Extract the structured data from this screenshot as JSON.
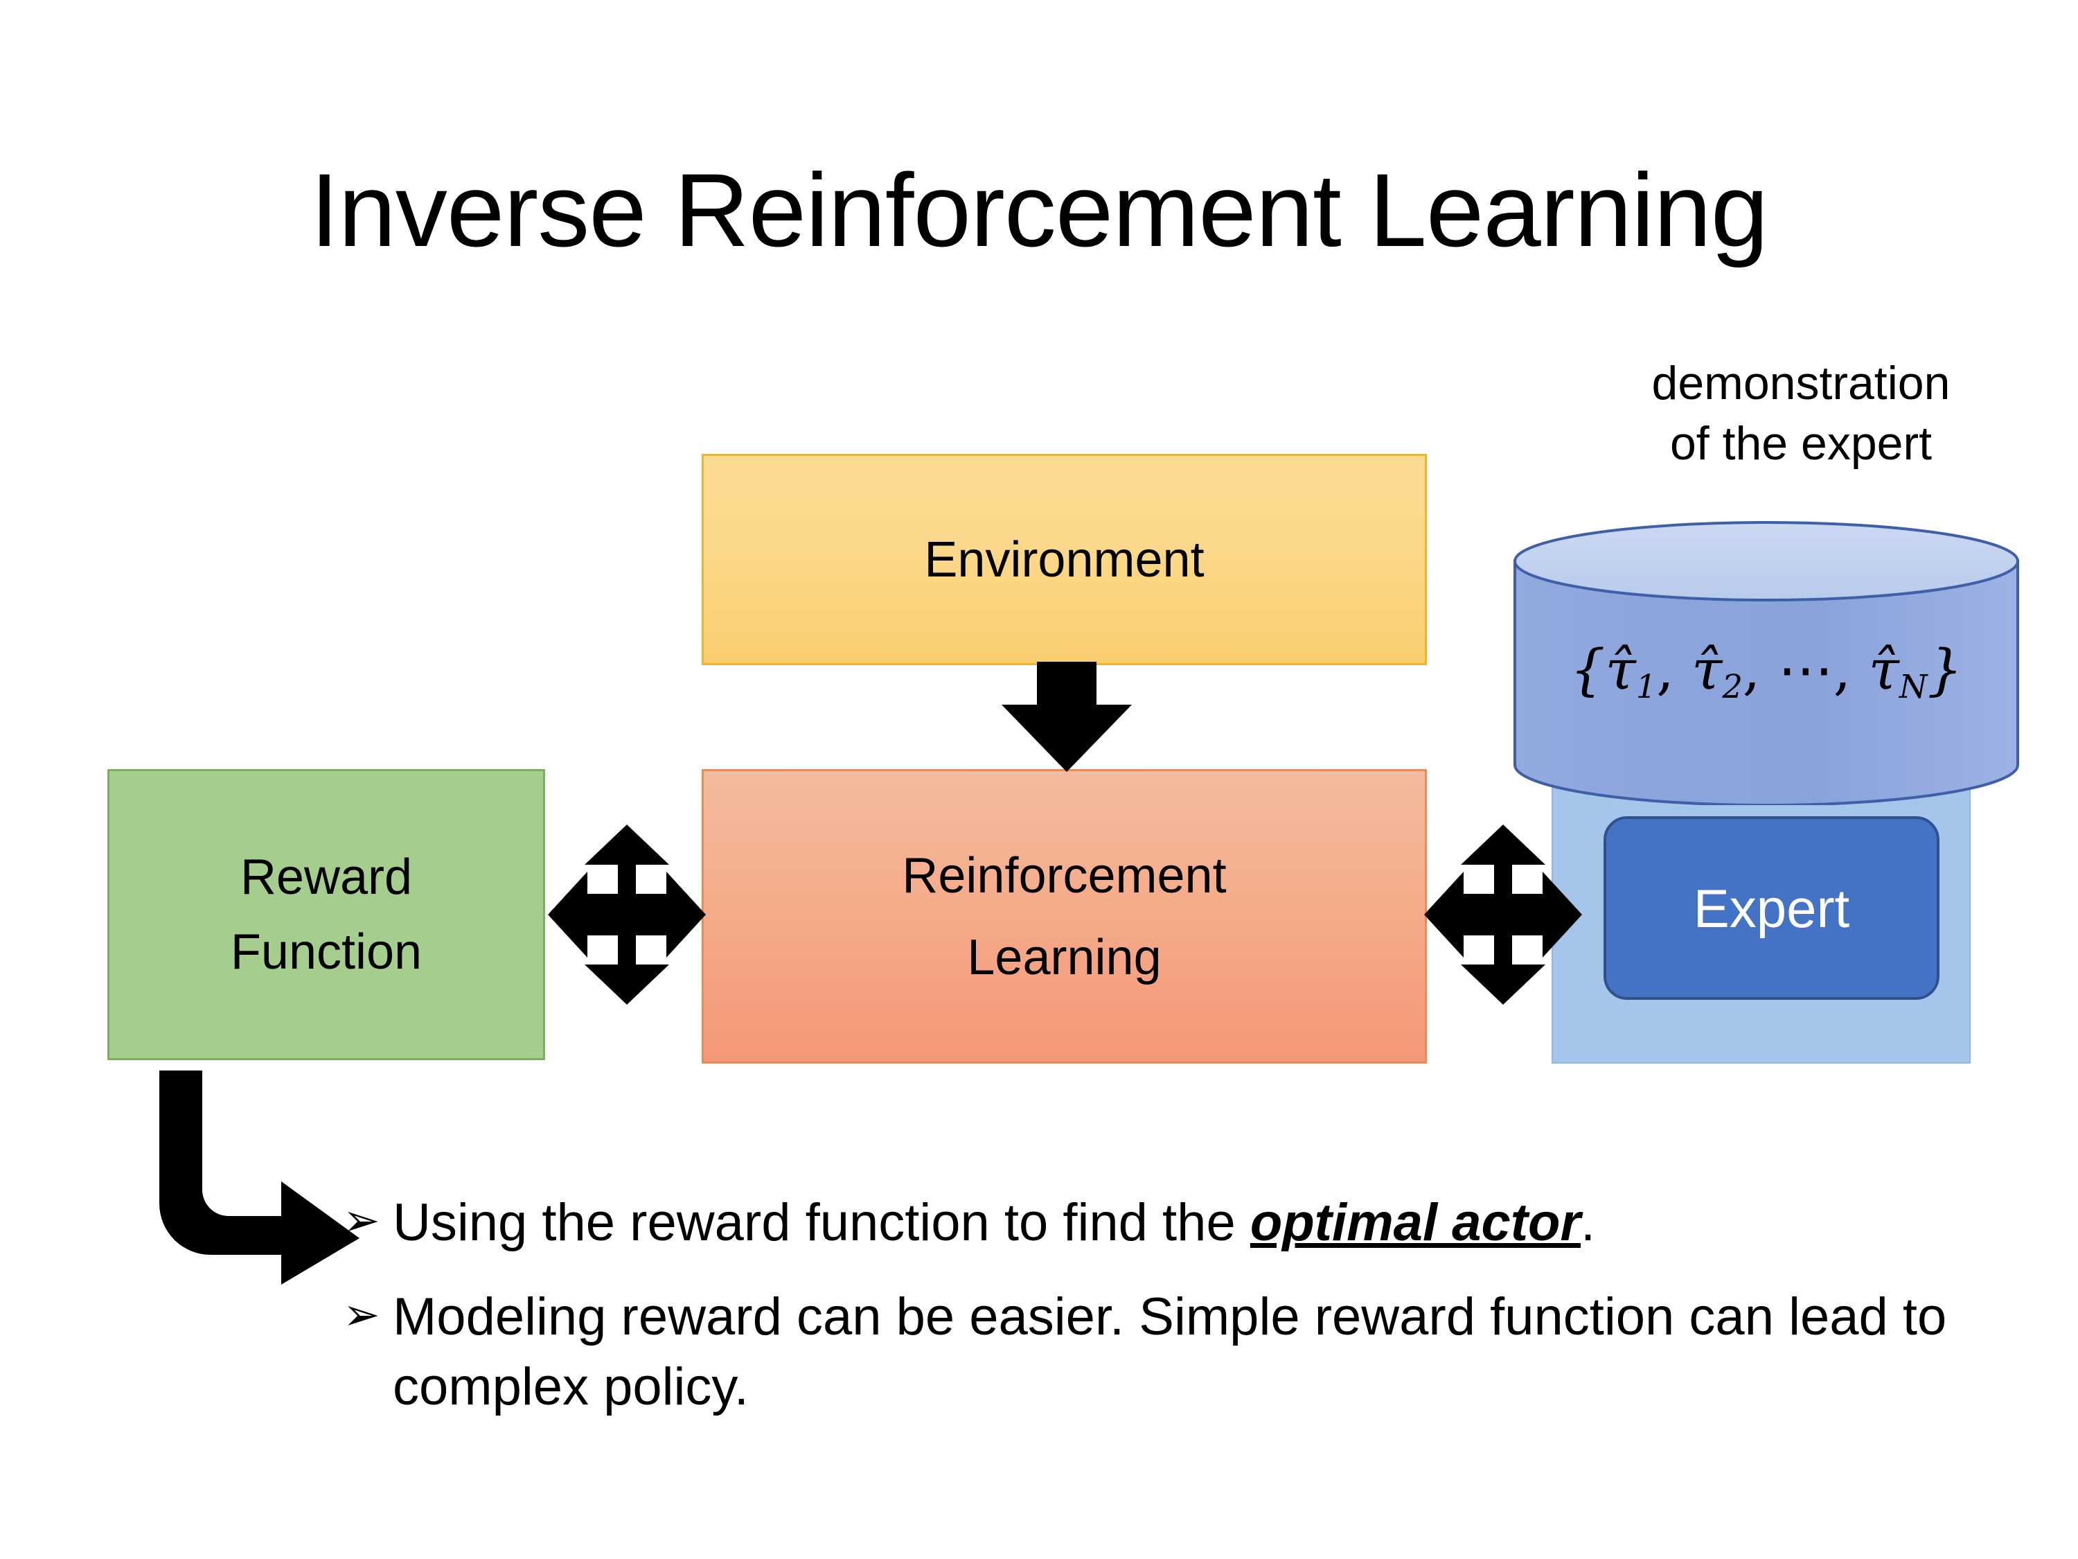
{
  "slide": {
    "title": "Inverse Reinforcement Learning",
    "background_color": "#FFFFFF"
  },
  "diagram": {
    "environment": {
      "label": "Environment",
      "fill_color": "#FBD88A",
      "border_color": "#EFB42C"
    },
    "reinforcement_learning": {
      "label_line1": "Reinforcement",
      "label_line2": "Learning",
      "fill_color": "#F5AE8D",
      "border_color": "#EE8B55"
    },
    "reward_function": {
      "label_line1": "Reward",
      "label_line2": "Function",
      "fill_color": "#A5CE8E",
      "border_color": "#7FAC63"
    },
    "expert_panel": {
      "fill_color": "#A5C6EA",
      "border_color": "#8FB8E3"
    },
    "expert_button": {
      "label": "Expert",
      "fill_color": "#4472C4",
      "border_color": "#2F528F",
      "text_color": "#FFFFFF"
    },
    "demonstration": {
      "caption_line1": "demonstration",
      "caption_line2": "of the expert",
      "set_open": "{",
      "tau1": "τ̂",
      "tau1_sub": "1",
      "sep1": ", ",
      "tau2": "τ̂",
      "tau2_sub": "2",
      "sep2": ", ⋯, ",
      "tauN": "τ̂",
      "tauN_sub": "N",
      "set_close": "}",
      "cylinder_body_color": "#8CA5DC",
      "cylinder_top_color": "#C5D3EF",
      "cylinder_stroke_color": "#3F5FA8"
    },
    "arrows": {
      "environment_to_rl": "down-arrow",
      "reward_to_rl": "quad-arrow",
      "rl_to_expert": "quad-arrow",
      "reward_to_bullet": "bent-arrow",
      "color": "#000000"
    }
  },
  "bullets": {
    "marker": "➢",
    "items": [
      {
        "prefix": "Using the reward function to find the ",
        "emphasis": "optimal actor",
        "suffix": "."
      },
      {
        "prefix": "Modeling reward can be easier. Simple reward function can lead to complex policy.",
        "emphasis": "",
        "suffix": ""
      }
    ]
  }
}
